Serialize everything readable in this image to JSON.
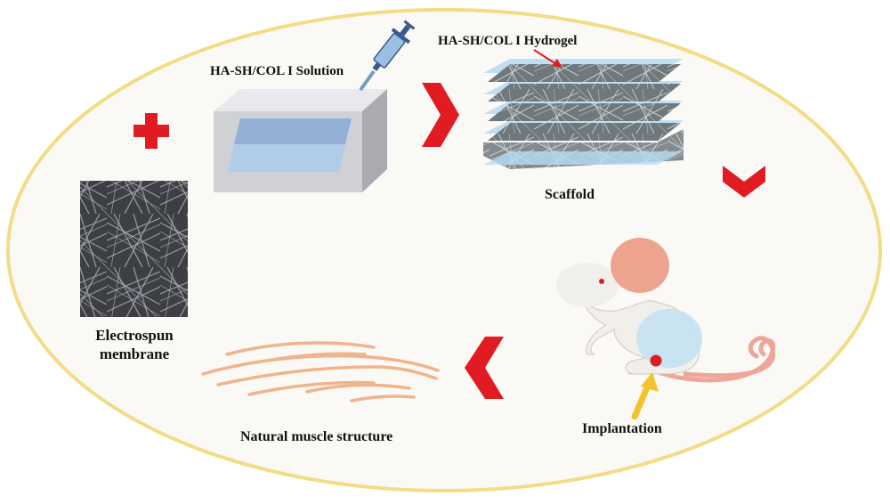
{
  "labels": {
    "solution": "HA-SH/COL I Solution",
    "hydrogel": "HA-SH/COL I Hydrogel",
    "scaffold": "Scaffold",
    "electrospun": "Electrospun membrane",
    "implantation": "Implantation",
    "muscle": "Natural muscle structure"
  },
  "colors": {
    "ellipse_stroke": "#f3dc86",
    "ellipse_fill": "#fbf9f6",
    "arrow_red": "#e11b22",
    "box_gray": "#cfd1d5",
    "gel_blue": "#a9cdeb",
    "muscle_fiber": "#f0b48c",
    "mouse_body": "#f1efe9",
    "mouse_ear": "#eea38f",
    "tail": "#eea69a",
    "pointer_yellow": "#f5c22c"
  },
  "icons": {
    "plus": "plus-icon",
    "syringe": "syringe-icon",
    "arrows": "chevron-arrow-icon",
    "mouse": "mouse-icon"
  }
}
